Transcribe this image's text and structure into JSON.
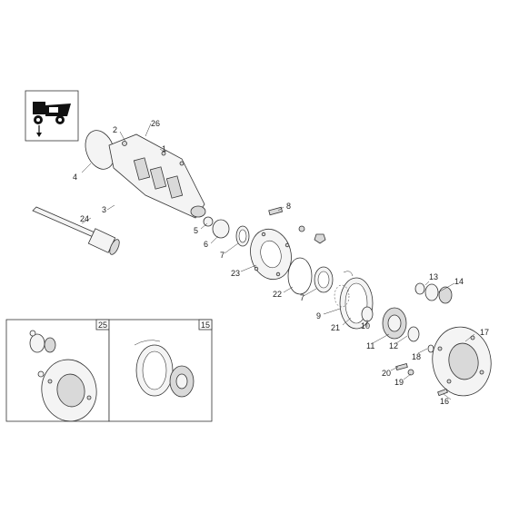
{
  "callouts": {
    "c1": "1",
    "c2": "2",
    "c3": "3",
    "c4": "4",
    "c5": "5",
    "c6": "6",
    "c7a": "7",
    "c7b": "7",
    "c8": "8",
    "c9": "9",
    "c10": "10",
    "c11": "11",
    "c12": "12",
    "c13": "13",
    "c14": "14",
    "c16": "16",
    "c17": "17",
    "c18": "18",
    "c19": "19",
    "c20": "20",
    "c21": "21",
    "c22": "22",
    "c23": "23",
    "c24": "24",
    "c26": "26"
  },
  "insets": {
    "left": {
      "number": "25"
    },
    "right": {
      "number": "15"
    }
  },
  "icon": {
    "name": "dumper-vehicle-icon"
  }
}
